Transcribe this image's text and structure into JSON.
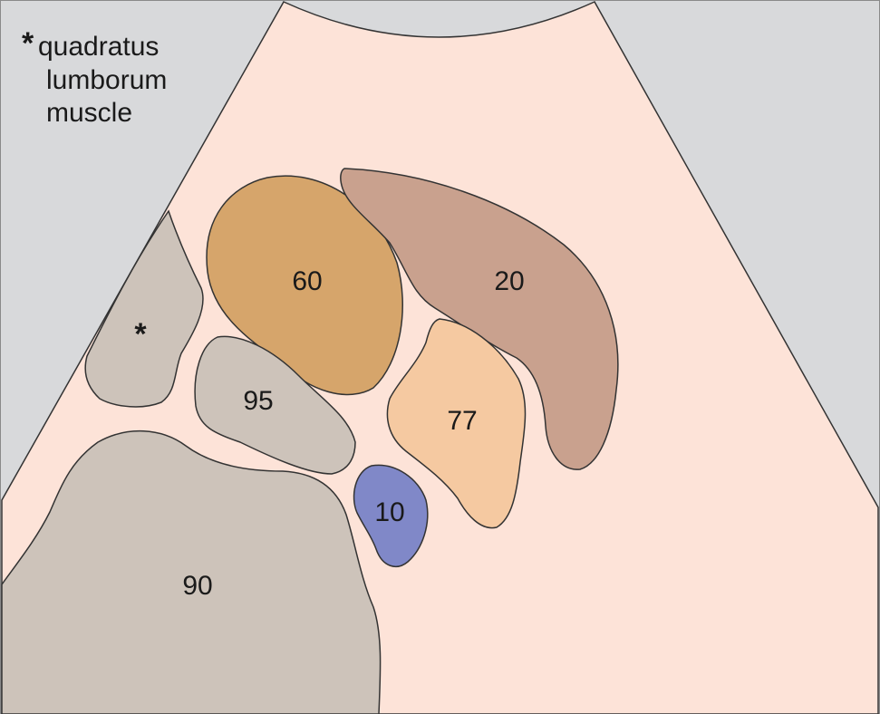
{
  "legend": {
    "marker": "*",
    "lines": [
      "quadratus",
      "lumborum",
      "muscle"
    ]
  },
  "colors": {
    "background": "#d8d9db",
    "sector": "#fde3d8",
    "outline": "#333333",
    "grey_structure": "#cdc3ba",
    "orange_structure": "#d6a56b",
    "brown_structure": "#c9a18e",
    "peach_structure": "#f5c9a1",
    "blue_structure": "#8088c8"
  },
  "structures": [
    {
      "id": "quadratus-lumborum",
      "label": "*",
      "color": "#cdc3ba"
    },
    {
      "id": "structure-60",
      "label": "60",
      "color": "#d6a56b"
    },
    {
      "id": "structure-20",
      "label": "20",
      "color": "#c9a18e"
    },
    {
      "id": "structure-95",
      "label": "95",
      "color": "#cdc3ba"
    },
    {
      "id": "structure-77",
      "label": "77",
      "color": "#f5c9a1"
    },
    {
      "id": "structure-10",
      "label": "10",
      "color": "#8088c8"
    },
    {
      "id": "structure-90",
      "label": "90",
      "color": "#cdc3ba"
    }
  ]
}
